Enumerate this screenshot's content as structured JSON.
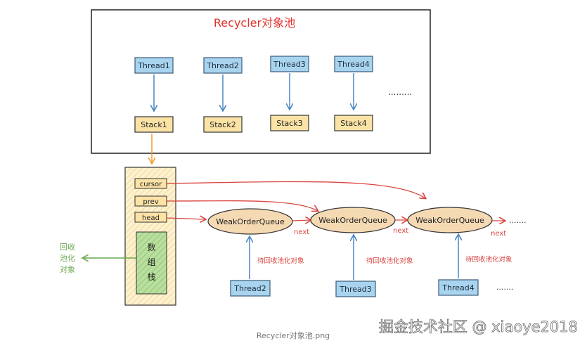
{
  "pool": {
    "title": "Recycler对象池"
  },
  "threads": [
    "Thread1",
    "Thread2",
    "Thread3",
    "Thread4"
  ],
  "stacks": [
    "Stack1",
    "Stack2",
    "Stack3",
    "Stack4"
  ],
  "ellipsis_top": ".........",
  "stack_detail": {
    "fields": [
      "cursor",
      "prev",
      "head"
    ],
    "array_label": [
      "数",
      "组",
      "栈"
    ]
  },
  "pooled_objects_label": [
    "回收",
    "池化",
    "对象"
  ],
  "queues": [
    {
      "label": "WeakOrderQueue",
      "next": "next",
      "pending_label": "待回收池化对象",
      "thread": "Thread2"
    },
    {
      "label": "WeakOrderQueue",
      "next": "next",
      "pending_label": "待回收池化对象",
      "thread": "Thread3"
    },
    {
      "label": "WeakOrderQueue",
      "next": "next",
      "pending_label": "待回收池化对象",
      "thread": "Thread4"
    }
  ],
  "ellipsis_next": ".......",
  "ellipsis_threads": ".......",
  "watermark": "掘金技术社区 @ xiaoye2018",
  "caption": "Recycler对象池.png",
  "colors": {
    "thread_fill": "#a9d4ef",
    "thread_stroke": "#3b5b7a",
    "stack_fill": "#fbe3a6",
    "queue_fill": "#f4d9b3",
    "arrow_blue": "#4a86c4",
    "arrow_red": "#d9443f",
    "arrow_orange": "#ef9b2a",
    "arrow_green": "#6aa84f",
    "title_red": "#e0312b"
  }
}
